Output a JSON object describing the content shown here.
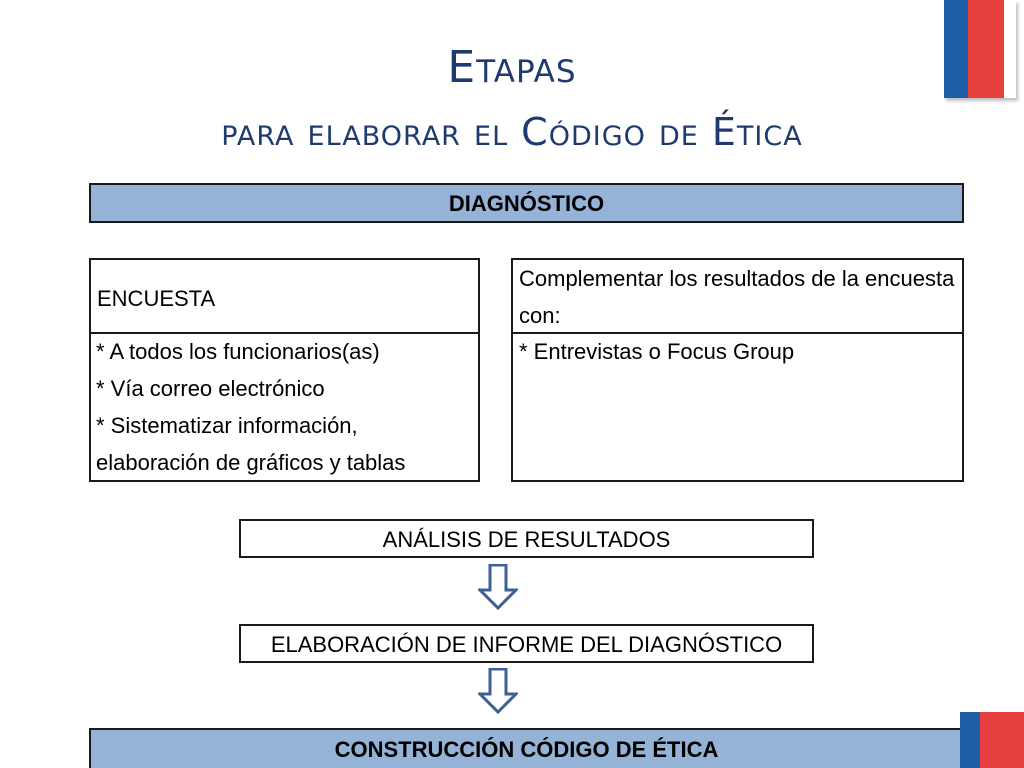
{
  "title": {
    "line1": "Etapas",
    "line2": "para elaborar el Código de Ética"
  },
  "diagnostico": {
    "label": "DIAGNÓSTICO"
  },
  "left_box": {
    "header": "ENCUESTA",
    "items": [
      "* A todos los funcionarios(as)",
      "* Vía correo electrónico",
      "* Sistematizar información,",
      "elaboración de gráficos y tablas"
    ]
  },
  "right_box": {
    "header": "Complementar los resultados de la encuesta con:",
    "items": [
      "* Entrevistas o Focus Group"
    ]
  },
  "analisis": {
    "label": "ANÁLISIS DE RESULTADOS"
  },
  "informe": {
    "label": "ELABORACIÓN DE INFORME DEL DIAGNÓSTICO"
  },
  "construccion": {
    "label": "CONSTRUCCIÓN CÓDIGO DE ÉTICA"
  },
  "colors": {
    "title": "#1f3a70",
    "bar_fill": "#94b3d6",
    "arrow": "#3d5f94",
    "flag_blue": "#1f5fa8",
    "flag_red": "#e8403f"
  },
  "icons": {
    "flow_arrow": "down-arrow-icon",
    "flag": "chile-flag-logo"
  }
}
